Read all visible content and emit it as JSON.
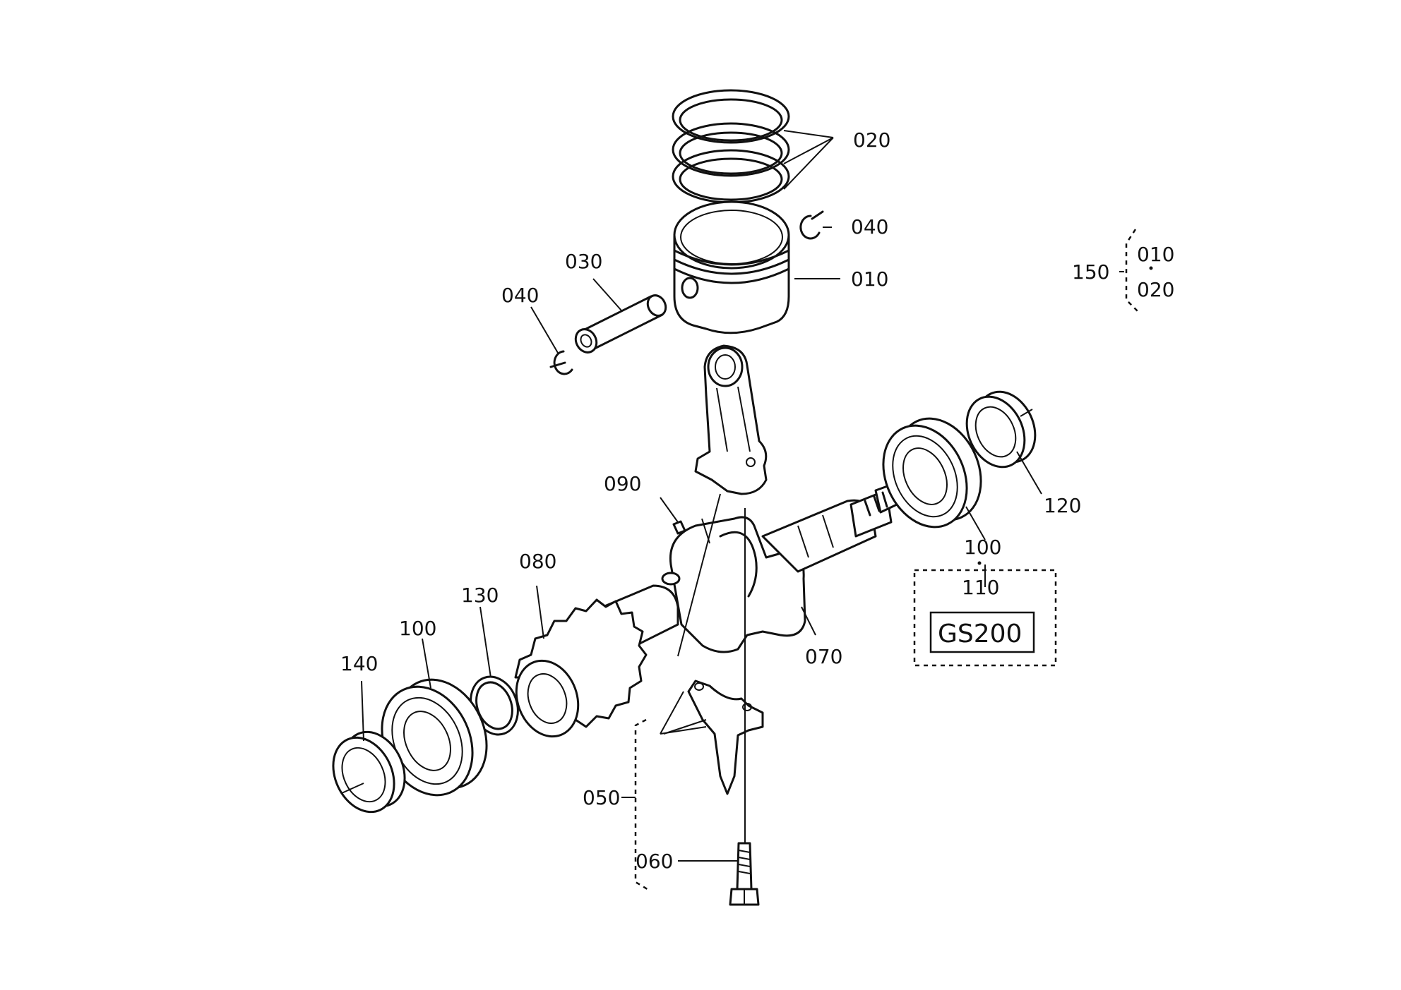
{
  "labels": {
    "l010": "010",
    "l020": "020",
    "l030": "030",
    "l040a": "040",
    "l040b": "040",
    "l050": "050",
    "l060": "060",
    "l070": "070",
    "l080": "080",
    "l090": "090",
    "l100a": "100",
    "l100b": "100",
    "l110": "110",
    "l120": "120",
    "l130": "130",
    "l140": "140",
    "l150": "150",
    "set010": "010",
    "set020": "020"
  },
  "model_box": {
    "text": "GS200"
  }
}
